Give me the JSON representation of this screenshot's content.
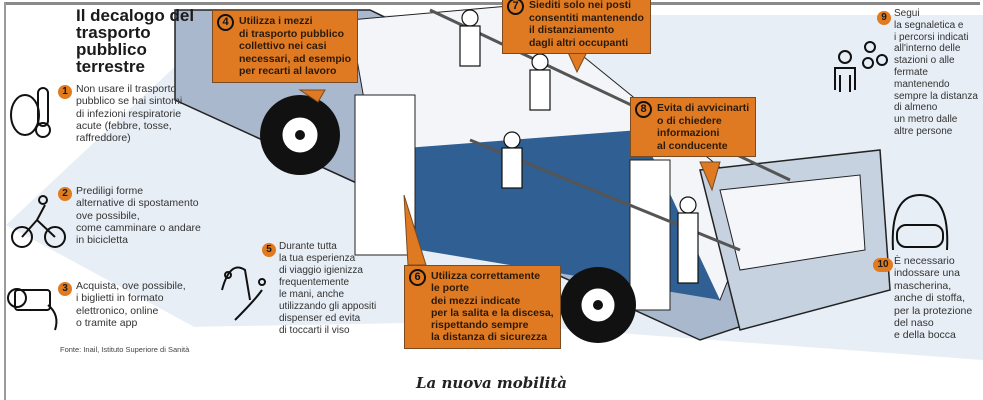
{
  "title": "Il decalogo del trasporto pubblico terrestre",
  "tips": [
    {
      "n": "1",
      "text": "Non usare il trasporto\npubblico se hai sintomi\ndi infezioni respiratorie\nacute (febbre, tosse,\nraffreddore)",
      "icon": "sick-face-thermometer-icon"
    },
    {
      "n": "2",
      "text": "Prediligi forme\nalternative di spostamento\nove possibile,\ncome camminare o andare\nin bicicletta",
      "icon": "cyclist-icon"
    },
    {
      "n": "3",
      "text": "Acquista, ove possibile,\ni biglietti in formato\nelettronico, online\no tramite app",
      "icon": "smartphone-ticket-icon"
    },
    {
      "n": "4",
      "text": "Utilizza i mezzi\ndi trasporto pubblico\ncollettivo nei casi\nnecessari, ad esempio\nper recarti al lavoro"
    },
    {
      "n": "5",
      "text": "Durante tutta\nla tua esperienza\ndi viaggio igienizza\nfrequentemente\nle mani, anche\nutilizzando gli appositi\ndispenser ed evita\ndi toccarti il viso",
      "icon": "hand-washing-icon"
    },
    {
      "n": "6",
      "text": "Utilizza correttamente\nle porte\ndei mezzi indicate\nper la salita e la discesa,\nrispettando sempre\nla distanza di sicurezza"
    },
    {
      "n": "7",
      "text": "Siediti solo nei posti\nconsentiti mantenendo\nil distanziamento\ndagli altri occupanti"
    },
    {
      "n": "8",
      "text": "Evita di avvicinarti\no di chiedere\ninformazioni\nal conducente"
    },
    {
      "n": "9",
      "text": "Segui\nla segnaletica e\ni percorsi indicati\nall'interno delle\nstazioni o alle\nfermate\nmantenendo\nsempre la distanza\ndi almeno\nun metro dalle\naltre persone",
      "icon": "people-distance-icon"
    },
    {
      "n": "10",
      "text": "È necessario\nindossare una\nmascherina,\nanche di stoffa,\nper la protezione\ndel naso\ne della bocca",
      "icon": "face-mask-icon"
    }
  ],
  "source": "Fonte: Inail, Istituto Superiore di Sanità",
  "caption": "La nuova mobilità",
  "colors": {
    "accent": "#e07a22",
    "band": "#e6edf4",
    "bus_body": "#a9b8cc",
    "floor": "#2f5f93"
  }
}
